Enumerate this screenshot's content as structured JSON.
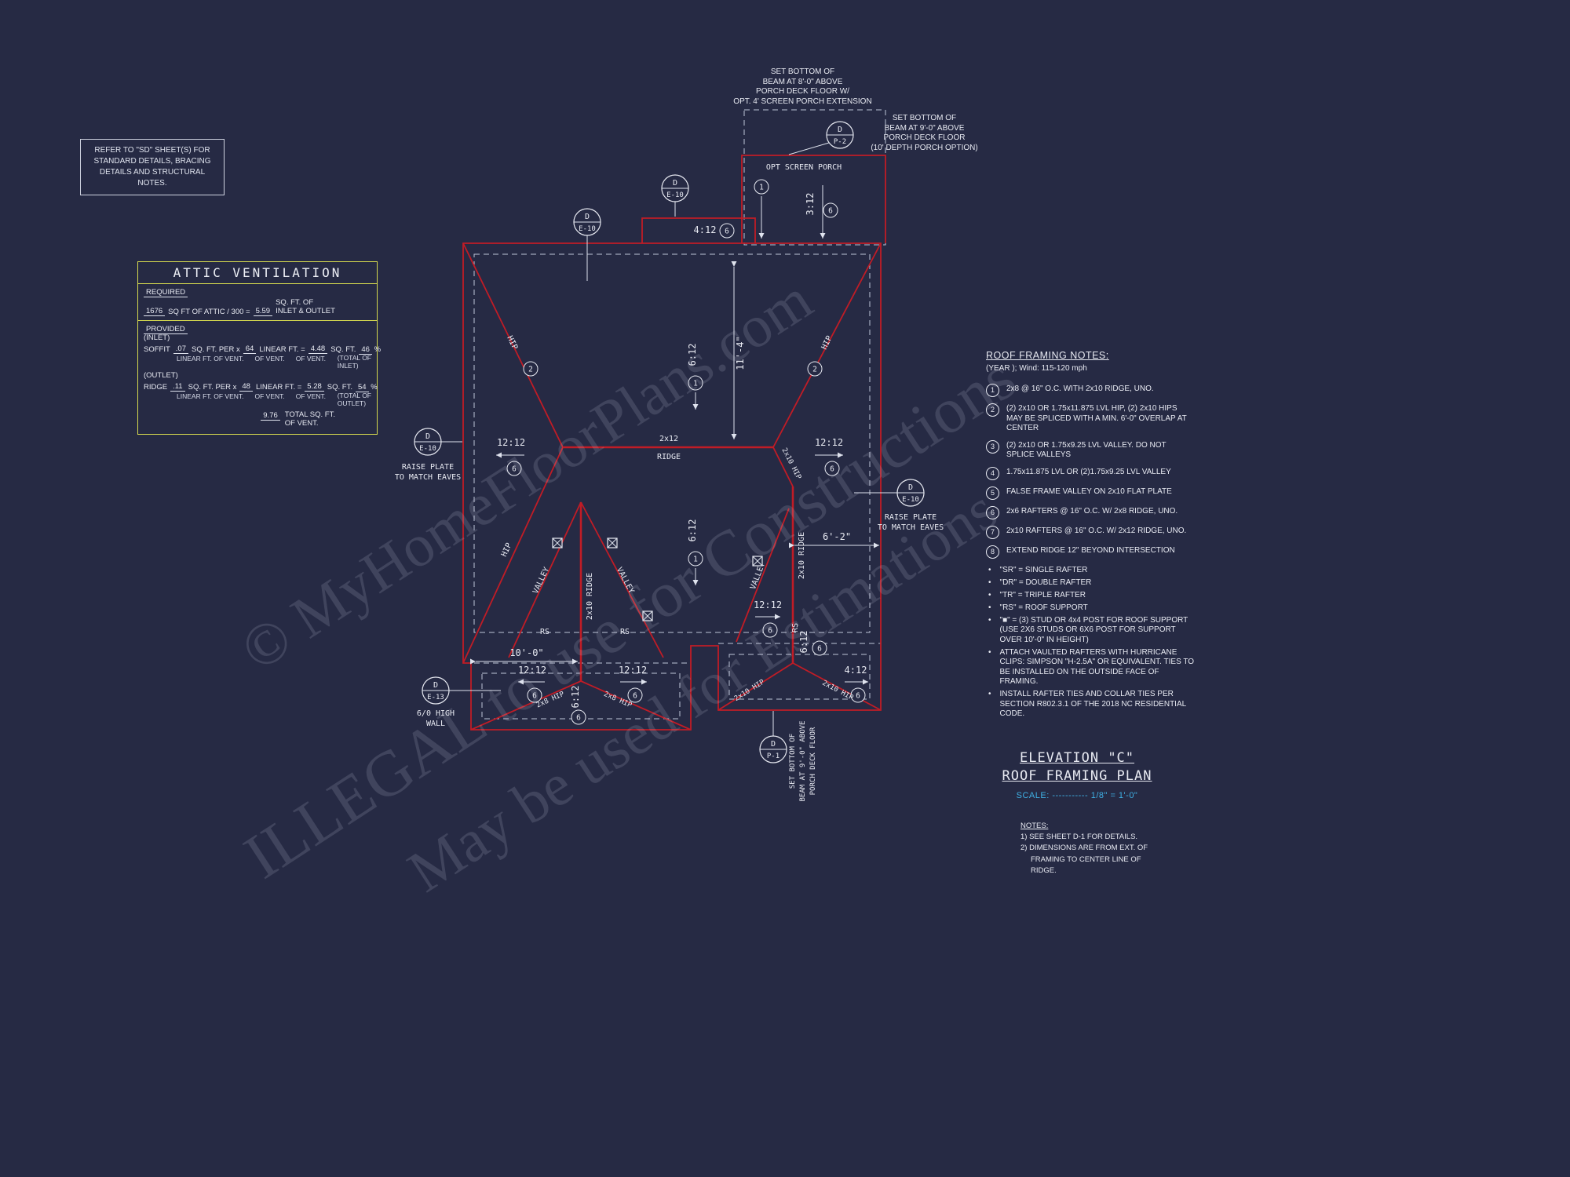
{
  "colors": {
    "background": "#262a44",
    "roof_line": "#c01c26",
    "drawing_line": "#e8eaf2",
    "table_accent": "#d4d84e",
    "scale_accent": "#3fb0e4"
  },
  "refer_note": {
    "line1": "REFER TO \"SD\"  SHEET(S) FOR",
    "line2": "STANDARD DETAILS, BRACING",
    "line3": "DETAILS AND STRUCTURAL NOTES."
  },
  "attic_ventilation": {
    "title": "ATTIC VENTILATION",
    "required_label": "REQUIRED",
    "req_num": "1676",
    "req_text": "SQ FT OF ATTIC / 300 =",
    "req_value": "5.59",
    "req_unit1": "SQ. FT. OF",
    "req_unit2": "INLET & OUTLET",
    "provided_label": "PROVIDED",
    "inlet_label": "(INLET)",
    "soffit_label": "SOFFIT",
    "soffit_rate": ".07",
    "soffit_rate_text": "SQ. FT. PER x",
    "soffit_rate_sub": "LINEAR FT. OF VENT.",
    "soffit_len": "64",
    "soffit_len_text": "LINEAR FT. =",
    "soffit_len_sub": "OF VENT.",
    "soffit_area": "4.48",
    "soffit_area_text": "SQ. FT.",
    "soffit_area_sub": "OF VENT.",
    "soffit_pct": "46",
    "pct_sign": "%",
    "soffit_total1": "(TOTAL OF",
    "soffit_total2": "INLET)",
    "outlet_label": "(OUTLET)",
    "ridge_label": "RIDGE",
    "ridge_rate": ".11",
    "ridge_rate_text": "SQ. FT. PER x",
    "ridge_rate_sub": "LINEAR FT. OF VENT.",
    "ridge_len": "48",
    "ridge_len_text": "LINEAR FT. =",
    "ridge_len_sub": "OF VENT.",
    "ridge_area": "5.28",
    "ridge_area_text": "SQ. FT.",
    "ridge_area_sub": "OF VENT.",
    "ridge_pct": "54",
    "ridge_total1": "(TOTAL OF",
    "ridge_total2": "OUTLET)",
    "total_num": "9.76",
    "total_text1": "TOTAL SQ. FT.",
    "total_text2": "OF VENT."
  },
  "framing_notes": {
    "title": "ROOF FRAMING NOTES:",
    "subtitle": "(YEAR ); Wind: 115-120 mph",
    "bullet_char": "•",
    "items": [
      {
        "n": "1",
        "text": "2x8 @ 16\" O.C. WITH 2x10 RIDGE, UNO."
      },
      {
        "n": "2",
        "text": "(2) 2x10 OR 1.75x11.875 LVL HIP, (2) 2x10 HIPS MAY BE SPLICED WITH A MIN. 6'-0\" OVERLAP AT CENTER"
      },
      {
        "n": "3",
        "text": "(2) 2x10 OR 1.75x9.25 LVL VALLEY. DO NOT SPLICE VALLEYS"
      },
      {
        "n": "4",
        "text": "1.75x11.875 LVL OR (2)1.75x9.25 LVL VALLEY"
      },
      {
        "n": "5",
        "text": "FALSE FRAME VALLEY ON 2x10 FLAT PLATE"
      },
      {
        "n": "6",
        "text": "2x6 RAFTERS @ 16\" O.C. W/ 2x8 RIDGE, UNO."
      },
      {
        "n": "7",
        "text": "2x10 RAFTERS @ 16\" O.C. W/ 2x12 RIDGE, UNO."
      },
      {
        "n": "8",
        "text": "EXTEND RIDGE 12\" BEYOND INTERSECTION"
      }
    ],
    "bullets": [
      "\"SR\"  = SINGLE RAFTER",
      "\"DR\" = DOUBLE RAFTER",
      "\"TR\" = TRIPLE RAFTER",
      "\"RS\" = ROOF SUPPORT",
      "\"■\" = (3) STUD OR 4x4 POST FOR ROOF SUPPORT (USE 2X6 STUDS OR 6X6 POST FOR SUPPORT OVER 10'-0\" IN HEIGHT)",
      "ATTACH VAULTED RAFTERS WITH HURRICANE CLIPS: SIMPSON \"H-2.5A\" OR EQUIVALENT. TIES TO BE INSTALLED ON THE OUTSIDE FACE OF FRAMING.",
      "INSTALL RAFTER TIES AND COLLAR TIES PER SECTION R802.3.1 OF THE 2018 NC RESIDENTIAL CODE."
    ]
  },
  "title_block": {
    "line1": "ELEVATION \"C\"",
    "line2": "ROOF FRAMING PLAN",
    "scale_label": "SCALE:",
    "scale_dashes": "-----------",
    "scale_value": "1/8\" = 1'-0\"",
    "notes_label": "NOTES:",
    "note1": "1)  SEE SHEET D-1 FOR DETAILS.",
    "note2a": "2)  DIMENSIONS ARE FROM EXT. OF",
    "note2b": "FRAMING TO CENTER LINE OF RIDGE."
  },
  "watermark": {
    "line1": "© MyHomeFloorPlans.com",
    "line2": "ILLEGAL to use for Constructions",
    "line3": "May be used for Estimations"
  },
  "annotations": {
    "porch_note1": [
      "SET BOTTOM OF",
      "BEAM AT 8'-0\" ABOVE",
      "PORCH DECK FLOOR W/",
      "OPT. 4' SCREEN PORCH EXTENSION"
    ],
    "porch_note2": [
      "SET BOTTOM OF",
      "BEAM AT 9'-0\" ABOVE",
      "PORCH DECK FLOOR",
      "(10' DEPTH PORCH OPTION)"
    ],
    "opt_screen_porch": "OPT SCREEN PORCH",
    "raise_plate_line1": "RAISE PLATE",
    "raise_plate_line2": "TO MATCH EAVES",
    "high_wall_line1": "6/0 HIGH",
    "high_wall_line2": "WALL",
    "beam_bottom_line1": "SET BOTTOM OF",
    "beam_bottom_line2": "BEAM AT 9'-0\" ABOVE",
    "beam_bottom_line3": "PORCH DECK FLOOR"
  },
  "plan_labels": {
    "ridge_2x12_a": "2x12",
    "ridge_2x12_b": "RIDGE",
    "ridge_2x10": "2x10 RIDGE",
    "hip": "HIP",
    "valley": "VALLEY",
    "hip_2x10": "2x10 HIP",
    "hip_2x8": "2x8 HIP",
    "rs": "RS",
    "slope_12_12": "12:12",
    "slope_6_12": "6:12",
    "slope_4_12": "4:12",
    "slope_3_12": "3:12",
    "dim_11_4": "11'-4\"",
    "dim_6_2": "6'-2\"",
    "dim_10_0": "10'-0\"",
    "num_1": "1",
    "num_2": "2",
    "num_6": "6",
    "callout_letter": "D",
    "callout_e10": "E-10",
    "callout_e13": "E-13",
    "callout_p1": "P-1",
    "callout_p2": "P-2"
  }
}
